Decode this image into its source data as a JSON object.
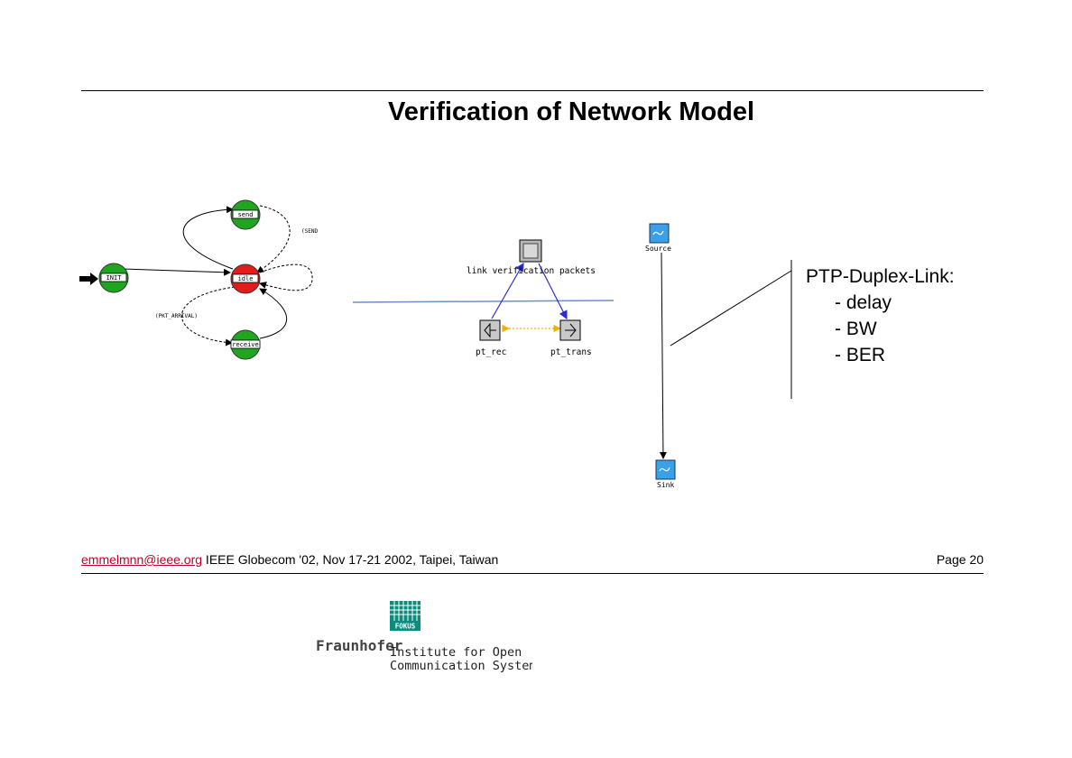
{
  "slide": {
    "title": "Verification of Network Model"
  },
  "fsm": {
    "states": [
      {
        "name": "send",
        "color": "#1fa51f"
      },
      {
        "name": "INIT",
        "color": "#1fa51f"
      },
      {
        "name": "idle",
        "color": "#e31b1b"
      },
      {
        "name": "receive",
        "color": "#1fa51f"
      }
    ],
    "transition_labels": [
      "(SEND",
      "(PKT_ARRIVAL)"
    ]
  },
  "node_model": {
    "top_label": "link verification packets",
    "left_label": "pt_rec",
    "right_label": "pt_trans"
  },
  "network": {
    "source_label": "Source",
    "sink_label": "Sink"
  },
  "link_attributes": {
    "heading": "PTP-Duplex-Link:",
    "items": [
      "-  delay",
      "-  BW",
      "-  BER"
    ]
  },
  "footer": {
    "email": "emmelmnn@ieee.org",
    "conference": " IEEE Globecom '02, Nov 17-21 2002, Taipei, Taiwan",
    "page": "Page 20"
  },
  "logo": {
    "badge": "FOKUS",
    "brand": "Fraunhofer",
    "line1": "Institute for Open",
    "line2": "Communication Systems",
    "color": "#0c8c7e"
  },
  "colors": {
    "state_green": "#1fa51f",
    "state_red": "#e31b1b",
    "stream_blue": "#2a2ad6",
    "stat_wire": "#f0b000",
    "subnet_line": "#6f8fc8"
  }
}
